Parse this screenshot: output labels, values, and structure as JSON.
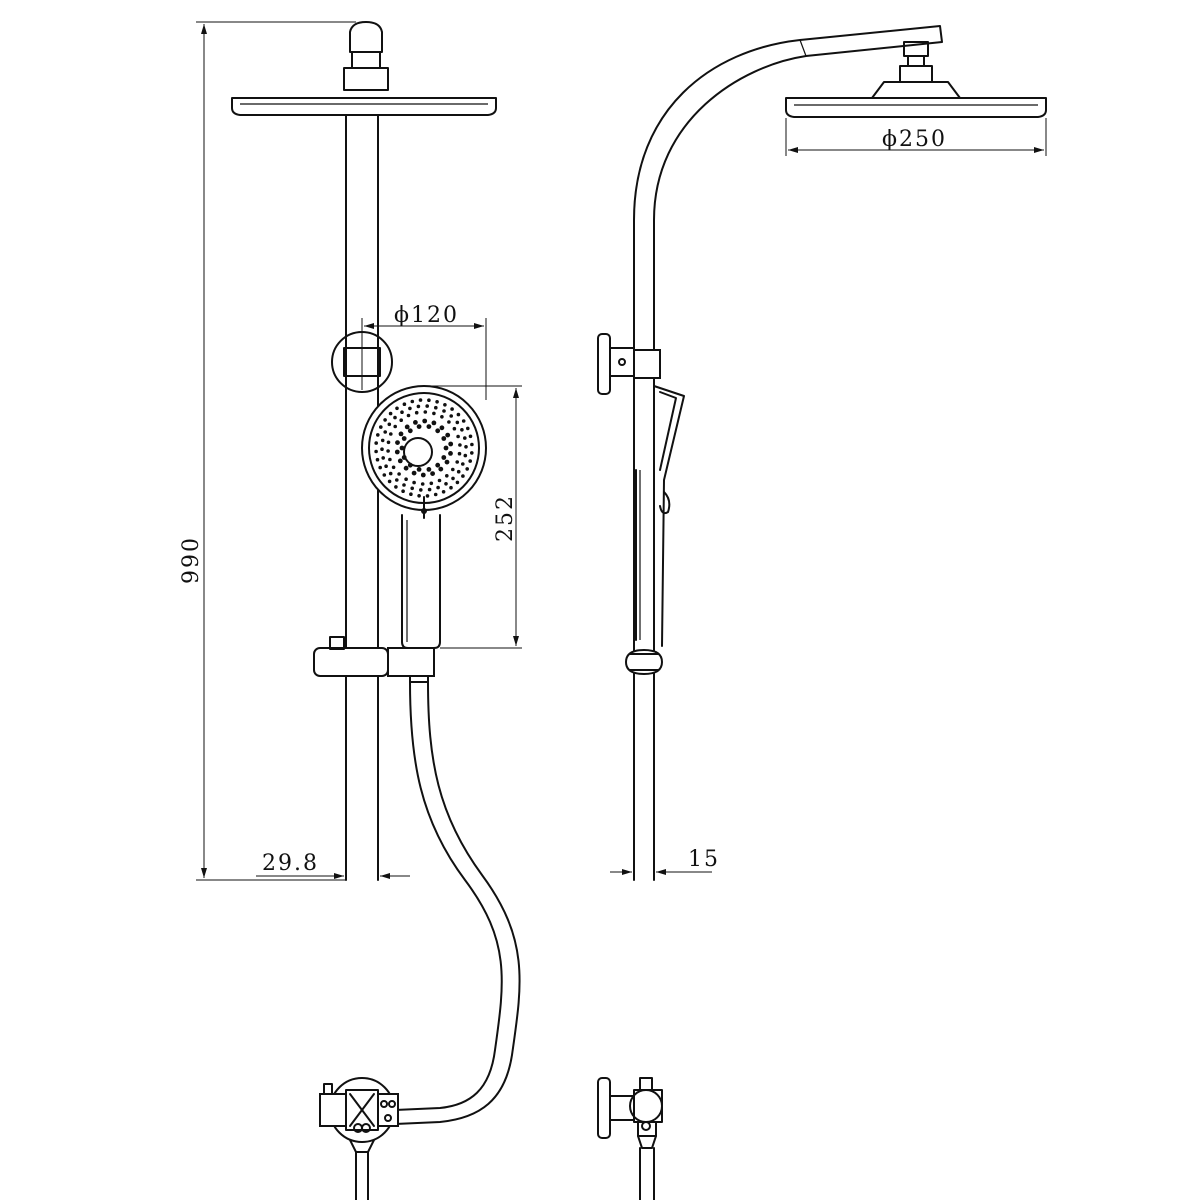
{
  "dimensions": {
    "total_height": "990",
    "handset_diameter": "ϕ120",
    "handset_length": "252",
    "head_diameter": "ϕ250",
    "rail_diameter": "29.8",
    "side_tube_diameter": "15"
  },
  "colors": {
    "line": "#111111",
    "background": "#ffffff"
  }
}
